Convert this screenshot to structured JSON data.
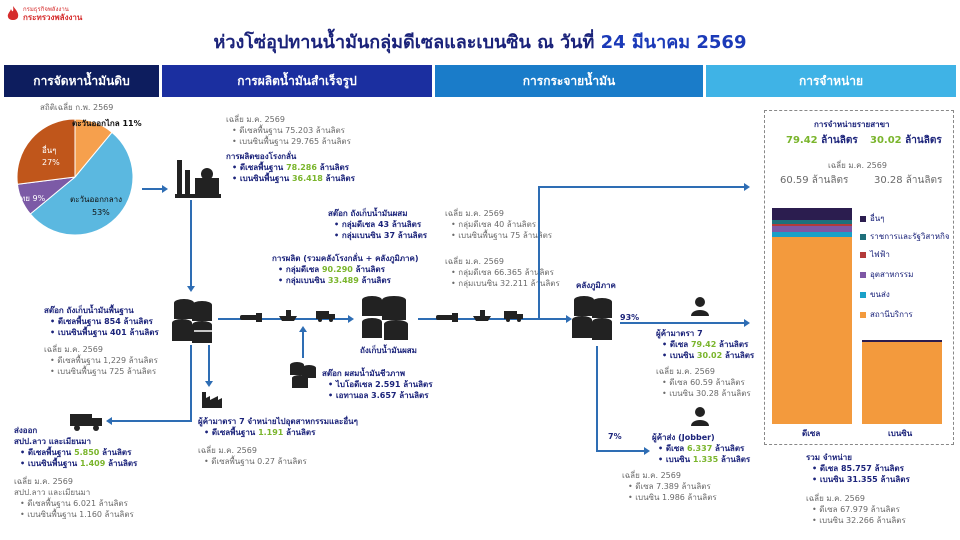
{
  "logo": {
    "line1": "กรมธุรกิจพลังงาน",
    "line2": "กระทรวงพลังงาน"
  },
  "title": {
    "main": "ห่วงโซ่อุปทานน้ำมันกลุ่มดีเซลและเบนซิน ณ วันที่ ",
    "date": "24 มีนาคม 2569"
  },
  "headers": {
    "crude": "การจัดหาน้ำมันดิบ",
    "refine": "การผลิตน้ำมันสำเร็จรูป",
    "distribute": "การกระจายน้ำมัน",
    "sell": "การจำหน่าย"
  },
  "colors": {
    "crude": "#0d1d5e",
    "refine": "#1b2fa0",
    "distribute": "#1a7cc9",
    "sell": "#3fb3e6"
  },
  "crude_pie": {
    "stat_label": "สถิติเฉลี่ย ก.พ. 2569",
    "far_east": "ตะวันออกไกล 11%",
    "other": "อื่นๆ",
    "other_pct": "27%",
    "thai": "ไทย 9%",
    "middle_east": "ตะวันออกกลาง",
    "middle_east_pct": "53%"
  },
  "chart_data": {
    "type": "pie",
    "categories": [
      "ตะวันออกกลาง",
      "ตะวันออกไกล",
      "อื่นๆ",
      "ไทย"
    ],
    "values": [
      53,
      11,
      27,
      9
    ],
    "colors": [
      "#5bb8e0",
      "#f6a04d",
      "#c0561b",
      "#7c5aa6"
    ]
  },
  "refinery_avg": {
    "label": "เฉลี่ย ม.ค. 2569",
    "diesel": "• ดีเซลพื้นฐาน 75.203 ล้านลิตร",
    "benzine": "• เบนซินพื้นฐาน 29.765 ล้านลิตร"
  },
  "refinery_prod": {
    "label": "การผลิตของโรงกลั่น",
    "diesel_pre": "• ดีเซลพื้นฐาน ",
    "diesel_val": "78.286",
    "diesel_unit": " ล้านลิตร",
    "benzine_pre": "• เบนซินพื้นฐาน ",
    "benzine_val": "36.418",
    "benzine_unit": " ล้านลิตร"
  },
  "blend_stock": {
    "label": "สต๊อก ถังเก็บน้ำมันผสม",
    "diesel": "• กลุ่มดีเซล 43 ล้านลิตร",
    "benzine": "• กลุ่มเบนซิน 37 ล้านลิตร"
  },
  "blend_avg": {
    "label": "เฉลี่ย ม.ค. 2569",
    "diesel": "• กลุ่มดีเซล 40 ล้านลิตร",
    "benzine": "• เบนซินพื้นฐาน 75 ล้านลิตร"
  },
  "production": {
    "label": "การผลิต (รวมคลังโรงกลั่น + คลังภูมิภาค)",
    "diesel_pre": "• กลุ่มดีเซล ",
    "diesel_val": "90.290",
    "diesel_unit": " ล้านลิตร",
    "benzine_pre": "• กลุ่มเบนซิน ",
    "benzine_val": "33.489",
    "benzine_unit": " ล้านลิตร"
  },
  "production_avg": {
    "label": "เฉลี่ย ม.ค. 2569",
    "diesel": "• กลุ่มดีเซล 66.365 ล้านลิตร",
    "benzine": "• กลุ่มเบนซิน 32.211 ล้านลิตร"
  },
  "base_stock": {
    "label": "สต๊อก ถังเก็บน้ำมันพื้นฐาน",
    "diesel": "• ดีเซลพื้นฐาน 854 ล้านลิตร",
    "benzine": "• เบนซินพื้นฐาน 401 ล้านลิตร",
    "avg_label": "เฉลี่ย ม.ค. 2569",
    "avg_diesel": "• ดีเซลพื้นฐาน 1,229 ล้านลิตร",
    "avg_benzine": "• เบนซินพื้นฐาน 725 ล้านลิตร"
  },
  "export": {
    "label1": "ส่งออก",
    "label2": "สปป.ลาว และเมียนมา",
    "diesel_pre": "• ดีเซลพื้นฐาน ",
    "diesel_val": "5.850",
    "diesel_unit": " ล้านลิตร",
    "benzine_pre": "• เบนซินพื้นฐาน ",
    "benzine_val": "1.409",
    "benzine_unit": " ล้านลิตร",
    "avg_label": "เฉลี่ย ม.ค. 2569",
    "avg_label2": "สปป.ลาว และเมียนมา",
    "avg_diesel": "• ดีเซลพื้นฐาน 6.021 ล้านลิตร",
    "avg_benzine": "• เบนซินพื้นฐาน 1.160 ล้านลิตร"
  },
  "blend_tank_label": "ถังเก็บน้ำมันผสม",
  "bio_stock": {
    "label": "สต๊อก ผสมน้ำมันชีวภาพ",
    "biodiesel": "• ไบโอดีเซล 2.591 ล้านลิตร",
    "ethanol": "• เอทานอล 3.657 ล้านลิตร"
  },
  "industrial": {
    "label": "ผู้ค้ามาตรา 7 จำหน่ายไปอุตสาหกรรมและอื่นๆ",
    "diesel_pre": "• ดีเซลพื้นฐาน ",
    "diesel_val": "1.191",
    "diesel_unit": " ล้านลิตร",
    "avg_label": "เฉลี่ย ม.ค. 2569",
    "avg_diesel": "• ดีเซลพื้นฐาน 0.27 ล้านลิตร"
  },
  "regional": {
    "label": "คลังภูมิภาค",
    "pct93": "93%",
    "pct7": "7%"
  },
  "trader7": {
    "label": "ผู้ค้ามาตรา 7",
    "diesel_pre": "• ดีเซล ",
    "diesel_val": "79.42",
    "diesel_unit": " ล้านลิตร",
    "benzine_pre": "• เบนซิน ",
    "benzine_val": "30.02",
    "benzine_unit": " ล้านลิตร",
    "avg_label": "เฉลี่ย ม.ค. 2569",
    "avg_diesel": "• ดีเซล 60.59 ล้านลิตร",
    "avg_benzine": "• เบนซิน 30.28 ล้านลิตร"
  },
  "jobber": {
    "label": "ผู้ค้าส่ง (Jobber)",
    "diesel_pre": "• ดีเซล ",
    "diesel_val": "6.337",
    "diesel_unit": " ล้านลิตร",
    "benzine_pre": "• เบนซิน ",
    "benzine_val": "1.335",
    "benzine_unit": " ล้านลิตร",
    "avg_label": "เฉลี่ย ม.ค. 2569",
    "avg_diesel": "• ดีเซล 7.389 ล้านลิตร",
    "avg_benzine": "• เบนซิน 1.986 ล้านลิตร"
  },
  "branch": {
    "label": "การจำหน่ายรายสาขา",
    "diesel_val": "79.42",
    "benzine_val": "30.02",
    "unit": " ล้านลิตร",
    "avg_label": "เฉลี่ย ม.ค. 2569",
    "avg_diesel": "60.59 ล้านลิตร",
    "avg_benzine": "30.28 ล้านลิตร"
  },
  "sector_legend": [
    "อื่นๆ",
    "ราชการและรัฐวิสาหกิจ",
    "ไฟฟ้า",
    "อุตสาหกรรม",
    "ขนส่ง",
    "สถานีบริการ"
  ],
  "sector_colors": [
    "#2b1d4f",
    "#1f6f7a",
    "#b33a3a",
    "#7e57a5",
    "#1aa0c8",
    "#f39a3d"
  ],
  "bar_labels": {
    "diesel": "ดีเซล",
    "benzine": "เบนซิน"
  },
  "totals": {
    "label": "รวม จำหน่าย",
    "diesel": "• ดีเซล 85.757 ล้านลิตร",
    "benzine": "• เบนซิน 31.355 ล้านลิตร",
    "avg_label": "เฉลี่ย ม.ค. 2569",
    "avg_diesel": "• ดีเซล 67.979 ล้านลิตร",
    "avg_benzine": "• เบนซิน 32.266 ล้านลิตร"
  }
}
